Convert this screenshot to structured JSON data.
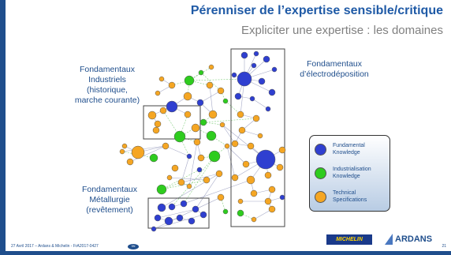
{
  "slide": {
    "title": "Pérenniser de l’expertise sensible/critique",
    "subtitle": "Expliciter une expertise : les domaines",
    "page_number": "21"
  },
  "labels": {
    "industriels": [
      "Fondamentaux",
      "Industriels",
      "(historique,",
      "marche courante)"
    ],
    "electrodeposition": [
      "Fondamentaux",
      "d’électrodéposition"
    ],
    "metallurgie": [
      "Fondamentaux",
      "Métallurgie",
      "(revêtement)"
    ]
  },
  "legend": {
    "items": [
      {
        "lines": [
          "Fundamental",
          "Knowledge"
        ],
        "color": "#2f3fd0"
      },
      {
        "lines": [
          "Industrialisation",
          "Knowledge"
        ],
        "color": "#2ecc1e"
      },
      {
        "lines": [
          "Technical",
          "Specifications"
        ],
        "color": "#f5a623"
      }
    ]
  },
  "colors": {
    "fundamental": "#2f3fd0",
    "industrialisation": "#2ecc1e",
    "technical": "#f5a623",
    "brand": "#1f4e8c"
  },
  "footer": {
    "text": "27 Avril 2017 – Ardans & Michelin - FrA2017-0427",
    "logo_text": "SN",
    "michelin": "MICHELIN",
    "ardans": "ARDANS"
  }
}
